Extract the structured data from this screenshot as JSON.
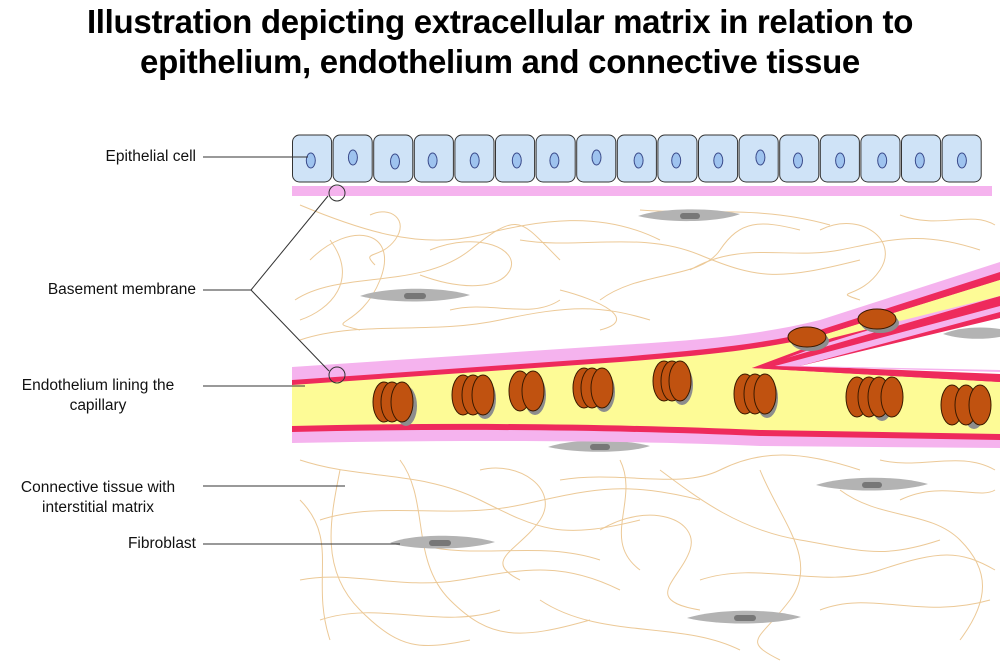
{
  "title": {
    "line1": "Illustration depicting extracellular matrix in relation to",
    "line2": "epithelium, endothelium and connective tissue"
  },
  "labels": {
    "epithelial_cell": "Epithelial cell",
    "basement_membrane": "Basement membrane",
    "endothelium_line1": "Endothelium lining the",
    "endothelium_line2": "capillary",
    "connective_line1": "Connective tissue with",
    "connective_line2": "interstitial matrix",
    "fibroblast": "Fibroblast"
  },
  "colors": {
    "epithelial_cell_fill": "#cfe3f7",
    "epithelial_nucleus_fill": "#9ec3ef",
    "basement_membrane": "#f5b3ee",
    "endothelium": "#ee2a5c",
    "capillary_lumen": "#fdfb96",
    "red_blood_cell": "#c05210",
    "fibroblast": "#b3b3b3",
    "fibroblast_nucleus": "#777777",
    "collagen_fibers": "#ecc997"
  },
  "epithelium": {
    "cell_count": 17
  }
}
